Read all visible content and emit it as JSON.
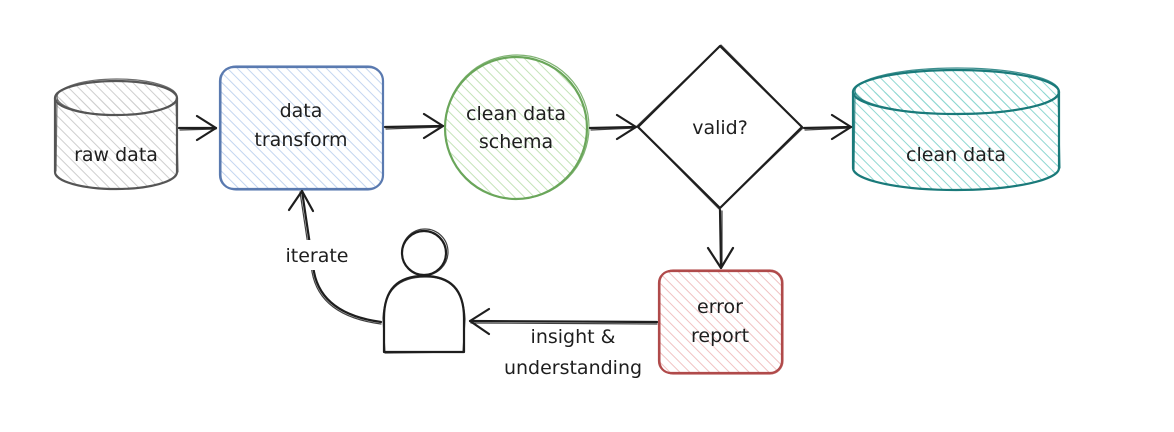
{
  "nodes": {
    "raw_data": {
      "label": "raw data",
      "stroke": "#555555",
      "fill": "#e6e6e6"
    },
    "data_transform": {
      "line1": "data",
      "line2": "transform",
      "stroke": "#5a7ab0",
      "fill": "#dbe6f7"
    },
    "clean_schema": {
      "line1": "clean data",
      "line2": "schema",
      "stroke": "#6aa65a",
      "fill": "#d8efd0"
    },
    "valid": {
      "label": "valid?",
      "stroke": "#1e1e1e"
    },
    "clean_data": {
      "label": "clean data",
      "stroke": "#1a7a7a",
      "fill": "#b6e6e3"
    },
    "error_report": {
      "line1": "error",
      "line2": "report",
      "stroke": "#b04a4a",
      "fill": "#f5d7d7"
    }
  },
  "edge_labels": {
    "iterate": "iterate",
    "insight_line1": "insight &",
    "insight_line2": "understanding"
  },
  "icons": {
    "person": "person-icon"
  }
}
